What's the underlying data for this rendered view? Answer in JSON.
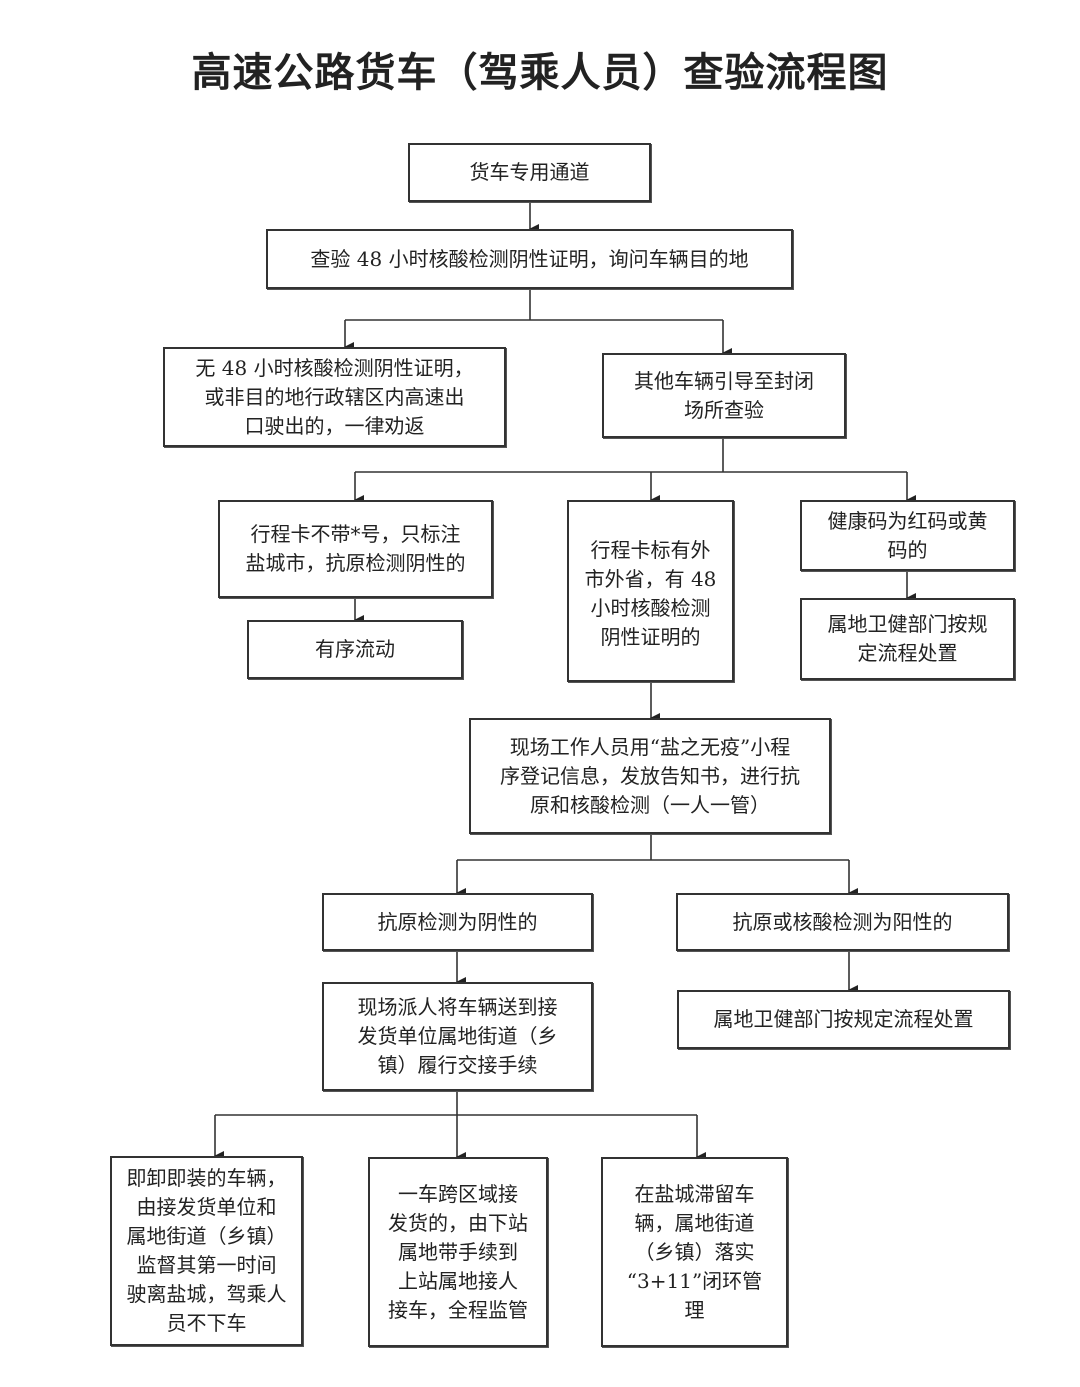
{
  "title": "高速公路货车（驾乘人员）查验流程图",
  "nodes": {
    "channel": "货车专用通道",
    "check": "查验 48 小时核酸检测阴性证明，询问车辆目的地",
    "return": "无 48 小时核酸检测阴性证明，\n或非目的地行政辖区内高速出\n口驶出的，一律劝返",
    "closed_site": "其他车辆引导至封闭\n场所查验",
    "local_card": "行程卡不带*号，只标注\n盐城市，抗原检测阴性的",
    "orderly_flow": "有序流动",
    "outside_card": "行程卡标有外\n市外省，有 48\n小时核酸检测\n阴性证明的",
    "red_yellow": "健康码为红码或黄\n码的",
    "health_dept_1": "属地卫健部门按规\n定流程处置",
    "register": "现场工作人员用“盐之无疫”小程\n序登记信息，发放告知书，进行抗\n原和核酸检测（一人一管）",
    "antigen_negative": "抗原检测为阴性的",
    "positive": "抗原或核酸检测为阳性的",
    "escort": "现场派人将车辆送到接\n发货单位属地街道（乡\n镇）履行交接手续",
    "health_dept_2": "属地卫健部门按规定流程处置",
    "unload_load": "即卸即装的车辆，\n由接发货单位和\n属地街道（乡镇）\n监督其第一时间\n驶离盐城，驾乘人\n员不下车",
    "cross_region": "一车跨区域接\n发货的，由下站\n属地带手续到\n上站属地接人\n接车，全程监管",
    "stay": "在盐城滞留车\n辆，属地街道\n（乡镇）落实\n“3+11”闭环管\n理"
  }
}
